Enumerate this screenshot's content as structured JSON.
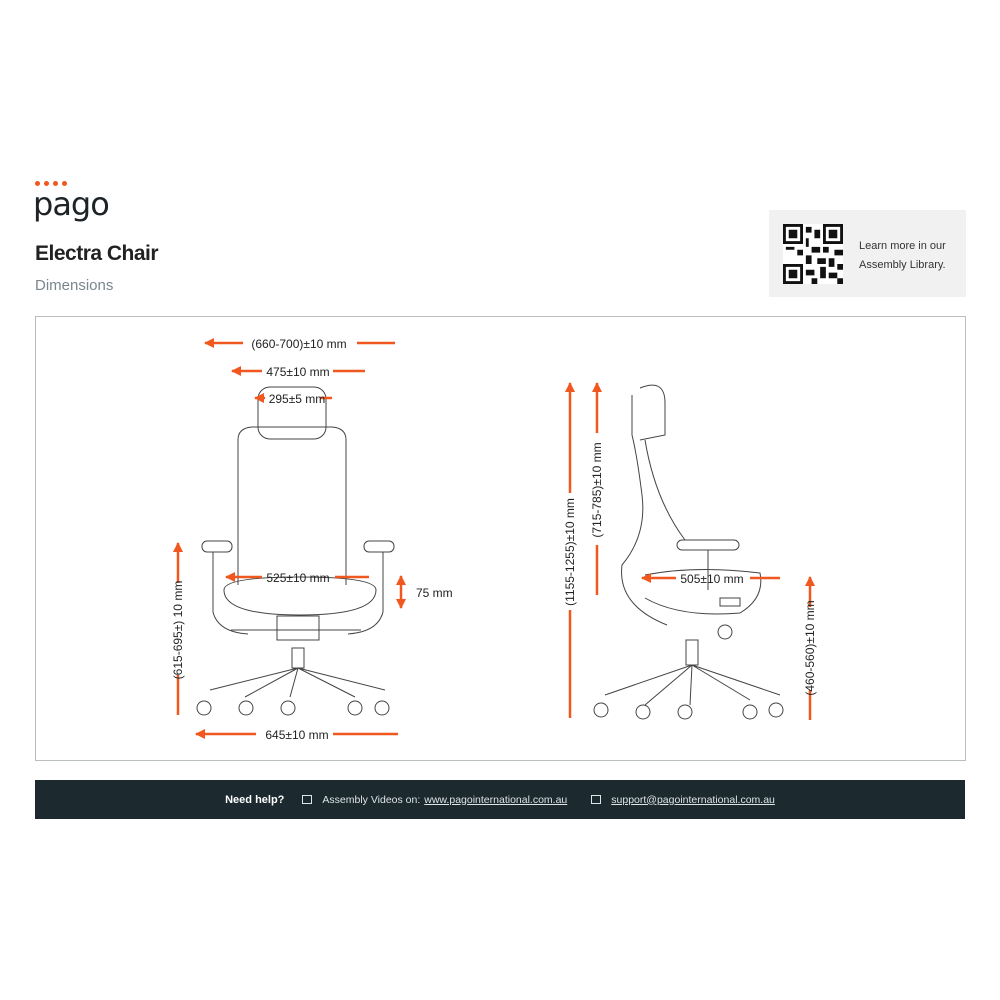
{
  "brand": {
    "logo": "pago"
  },
  "header": {
    "title": "Electra Chair",
    "subtitle": "Dimensions"
  },
  "qr": {
    "line1": "Learn more in our",
    "line2": "Assembly Library."
  },
  "front": {
    "overall_width": "(660-700)±10 mm",
    "back_width": "475±10 mm",
    "headrest_width": "295±5 mm",
    "seat_width": "525±10 mm",
    "armrest_adjust": "75 mm",
    "arm_height": "(615-695±) 10 mm",
    "base_width": "645±10 mm"
  },
  "side": {
    "total_height": "(1155-1255)±10 mm",
    "back_height": "(715-785)±10 mm",
    "seat_depth": "505±10 mm",
    "seat_height": "(460-560)±10 mm"
  },
  "footer": {
    "help": "Need help?",
    "videos_label": "Assembly Videos on:",
    "videos_link": "www.pagointernational.com.au",
    "email": "support@pagointernational.com.au"
  },
  "colors": {
    "accent": "#f0581f",
    "footer_bg": "#1c2a30"
  }
}
